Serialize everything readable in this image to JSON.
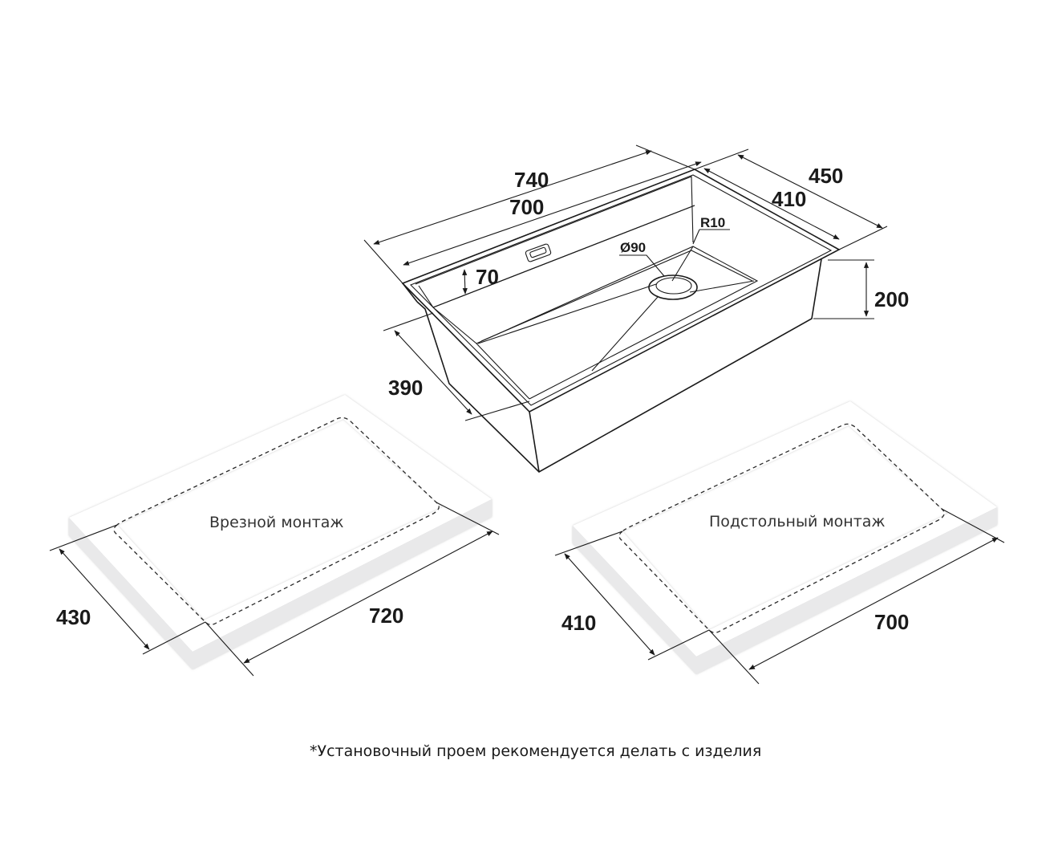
{
  "sink": {
    "outer_length": "740",
    "inner_length": "700",
    "outer_width": "450",
    "inner_width": "410",
    "depth": "200",
    "bottom_width": "390",
    "ledge": "70",
    "corner_radius": "R10",
    "drain_diameter": "Ø90"
  },
  "flush_mount": {
    "label": "Врезной монтаж",
    "width": "430",
    "length": "720"
  },
  "undermount": {
    "label": "Подстольный монтаж",
    "width": "410",
    "length": "700"
  },
  "footnote": "*Установочный проем рекомендуется делать с изделия",
  "colors": {
    "line": "#1a1a1a",
    "panel_top": "#ffffff",
    "panel_side": "#e9e9ea"
  }
}
